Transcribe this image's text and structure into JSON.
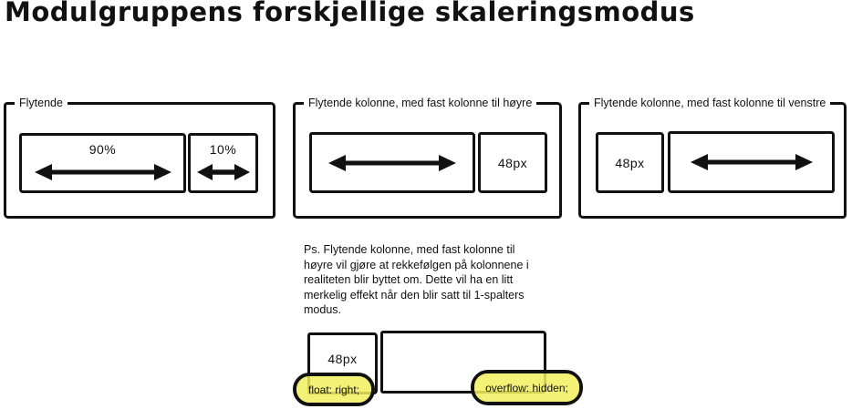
{
  "title": "Modulgruppens forskjellige skaleringsmodus",
  "panels": [
    {
      "legend": "Flytende",
      "columns": [
        {
          "label": "90%",
          "has_arrow": true
        },
        {
          "label": "10%",
          "has_arrow": true
        }
      ]
    },
    {
      "legend": "Flytende kolonne, med fast kolonne til høyre",
      "columns": [
        {
          "label": "",
          "has_arrow": true
        },
        {
          "label": "48px",
          "has_arrow": false
        }
      ]
    },
    {
      "legend": "Flytende kolonne, med fast kolonne til venstre",
      "columns": [
        {
          "label": "48px",
          "has_arrow": false
        },
        {
          "label": "",
          "has_arrow": true
        }
      ]
    }
  ],
  "note": {
    "lines": [
      "Ps. Flytende kolonne, med fast kolonne til",
      "høyre vil gjøre at rekkefølgen på kolonnene i",
      "realiteten blir byttet om. Dette vil ha en litt",
      "merkelig effekt når den blir satt til 1-spalters",
      "modus."
    ]
  },
  "example": {
    "small_box_label": "48px",
    "float_annotation": "float: right;",
    "overflow_annotation": "overflow: hidden;"
  },
  "colors": {
    "ink": "#111111",
    "highlight_yellow": "#f2ee5f",
    "background": "#ffffff"
  }
}
